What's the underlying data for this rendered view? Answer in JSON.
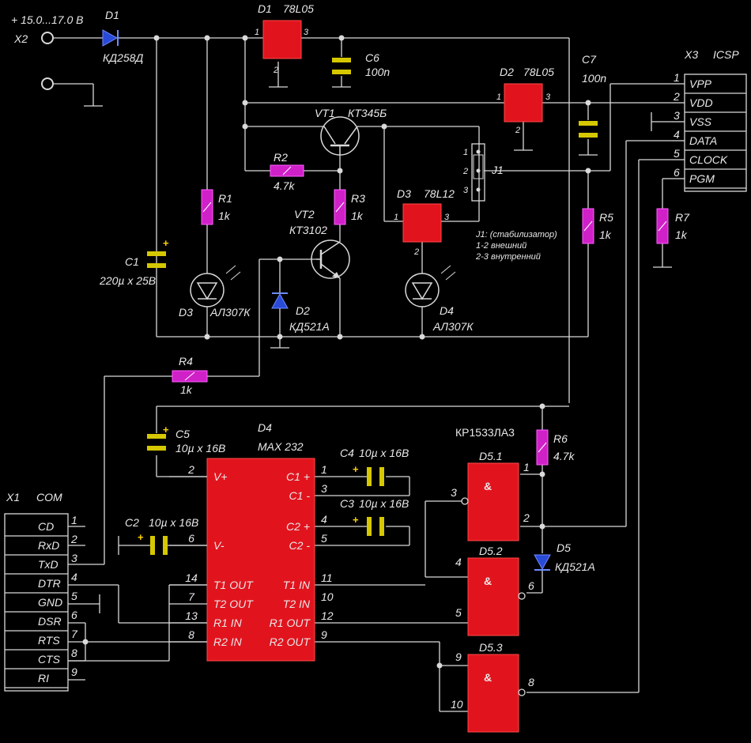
{
  "power": {
    "voltage": "+ 15.0...17.0 В",
    "connector": "X2"
  },
  "diode_d1": {
    "ref": "D1",
    "part": "КД258Д"
  },
  "reg1": {
    "ref": "D1",
    "part": "78L05",
    "pin1": "1",
    "pin2": "2",
    "pin3": "3"
  },
  "reg2": {
    "ref": "D2",
    "part": "78L05",
    "pin1": "1",
    "pin2": "2",
    "pin3": "3"
  },
  "reg3": {
    "ref": "D3",
    "part": "78L12",
    "pin1": "1",
    "pin2": "2",
    "pin3": "3"
  },
  "c6": {
    "ref": "C6",
    "value": "100n"
  },
  "c7": {
    "ref": "C7",
    "value": "100n"
  },
  "c1": {
    "ref": "C1",
    "value": "220µ x 25В"
  },
  "c5": {
    "ref": "C5",
    "value": "10µ x 16В"
  },
  "c4": {
    "ref": "C4",
    "value": "10µ x 16В"
  },
  "c3": {
    "ref": "C3",
    "value": "10µ x 16В"
  },
  "c2": {
    "ref": "C2",
    "value": "10µ x 16В"
  },
  "plus": "+",
  "vt1": {
    "ref": "VT1",
    "part": "КТ345Б"
  },
  "vt2": {
    "ref": "VT2",
    "part": "КТ3102"
  },
  "r1": {
    "ref": "R1",
    "value": "1k"
  },
  "r2": {
    "ref": "R2",
    "value": "4.7k"
  },
  "r3": {
    "ref": "R3",
    "value": "1k"
  },
  "r4": {
    "ref": "R4",
    "value": "1k"
  },
  "r5": {
    "ref": "R5",
    "value": "1k"
  },
  "r6": {
    "ref": "R6",
    "value": "4.7k"
  },
  "r7": {
    "ref": "R7",
    "value": "1k"
  },
  "led_d3": {
    "ref": "D3",
    "part": "АЛ307К"
  },
  "led_d4": {
    "ref": "D4",
    "part": "АЛ307К"
  },
  "diode_d2": {
    "ref": "D2",
    "part": "КД521А"
  },
  "diode_d5": {
    "ref": "D5",
    "part": "КД521А"
  },
  "jumper": {
    "ref": "J1",
    "pins": [
      "1",
      "2",
      "3"
    ],
    "note": [
      "J1: (стабилизатор)",
      "1-2  внешний",
      "2-3  внутренний"
    ]
  },
  "icsp": {
    "connector": "X3",
    "name": "ICSP",
    "pins": [
      {
        "num": "1",
        "label": "VPP"
      },
      {
        "num": "2",
        "label": "VDD"
      },
      {
        "num": "3",
        "label": "VSS"
      },
      {
        "num": "4",
        "label": "DATA"
      },
      {
        "num": "5",
        "label": "CLOCK"
      },
      {
        "num": "6",
        "label": "PGM"
      }
    ]
  },
  "com": {
    "connector": "X1",
    "name": "COM",
    "pins": [
      {
        "num": "1",
        "label": "CD"
      },
      {
        "num": "2",
        "label": "RxD"
      },
      {
        "num": "3",
        "label": "TxD"
      },
      {
        "num": "4",
        "label": "DTR"
      },
      {
        "num": "5",
        "label": "GND"
      },
      {
        "num": "6",
        "label": "DSR"
      },
      {
        "num": "7",
        "label": "RTS"
      },
      {
        "num": "8",
        "label": "CTS"
      },
      {
        "num": "9",
        "label": "RI"
      }
    ]
  },
  "max232": {
    "ref": "D4",
    "part": "MAX 232",
    "left_pins": [
      {
        "num": "2",
        "label": "V+"
      },
      {
        "num": "6",
        "label": "V-"
      },
      {
        "num": "14",
        "label": "T1 OUT"
      },
      {
        "num": "7",
        "label": "T2 OUT"
      },
      {
        "num": "13",
        "label": "R1 IN"
      },
      {
        "num": "8",
        "label": "R2 IN"
      }
    ],
    "right_pins": [
      {
        "num": "1",
        "label": "C1 +"
      },
      {
        "num": "3",
        "label": "C1 -"
      },
      {
        "num": "4",
        "label": "C2 +"
      },
      {
        "num": "5",
        "label": "C2 -"
      },
      {
        "num": "11",
        "label": "T1 IN"
      },
      {
        "num": "10",
        "label": "T2 IN"
      },
      {
        "num": "12",
        "label": "R1 OUT"
      },
      {
        "num": "9",
        "label": "R2 OUT"
      }
    ]
  },
  "logic": {
    "part": "КР1533ЛА3",
    "gates": [
      {
        "ref": "D5.1",
        "symbol": "&",
        "in_a": "1",
        "in_b": "2",
        "out": "3"
      },
      {
        "ref": "D5.2",
        "symbol": "&",
        "in_a": "4",
        "in_b": "5",
        "out": "6"
      },
      {
        "ref": "D5.3",
        "symbol": "&",
        "in_a": "9",
        "in_b": "10",
        "out": "8"
      }
    ]
  }
}
